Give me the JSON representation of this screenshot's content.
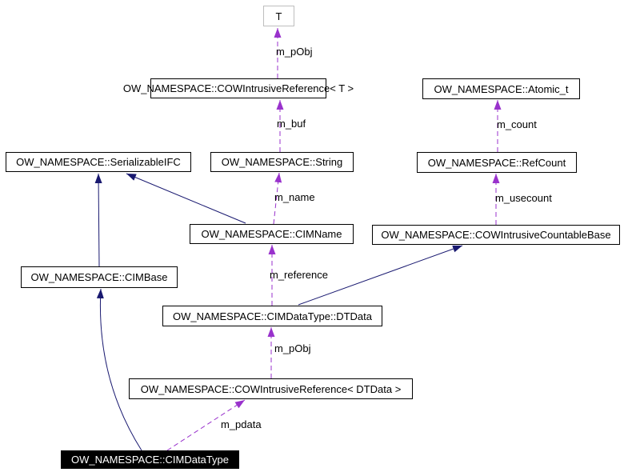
{
  "diagram": {
    "type": "collaboration-graph",
    "colors": {
      "usage_edge": "#9932cc",
      "inheritance_edge": "#191970",
      "node_border": "#000000",
      "node_bg": "#ffffff",
      "template_border": "#bebebe",
      "main_node_bg": "#000000",
      "main_node_text": "#ffffff"
    },
    "nodes": [
      {
        "label": "T",
        "variant": "template-param"
      },
      {
        "label": "OW_NAMESPACE::COWIntrusiveReference< T >",
        "variant": "class"
      },
      {
        "label": "OW_NAMESPACE::Atomic_t",
        "variant": "class"
      },
      {
        "label": "OW_NAMESPACE::SerializableIFC",
        "variant": "class"
      },
      {
        "label": "OW_NAMESPACE::String",
        "variant": "class"
      },
      {
        "label": "OW_NAMESPACE::RefCount",
        "variant": "class"
      },
      {
        "label": "OW_NAMESPACE::CIMName",
        "variant": "class"
      },
      {
        "label": "OW_NAMESPACE::COWIntrusiveCountableBase",
        "variant": "class"
      },
      {
        "label": "OW_NAMESPACE::CIMBase",
        "variant": "class"
      },
      {
        "label": "OW_NAMESPACE::CIMDataType::DTData",
        "variant": "class"
      },
      {
        "label": "OW_NAMESPACE::COWIntrusiveReference< DTData >",
        "variant": "class"
      },
      {
        "label": "OW_NAMESPACE::CIMDataType",
        "variant": "main"
      }
    ],
    "edges": [
      {
        "from": "OW_NAMESPACE::COWIntrusiveReference< T >",
        "to": "T",
        "label": "m_pObj",
        "type": "usage"
      },
      {
        "from": "OW_NAMESPACE::String",
        "to": "OW_NAMESPACE::COWIntrusiveReference< T >",
        "label": "m_buf",
        "type": "usage"
      },
      {
        "from": "OW_NAMESPACE::RefCount",
        "to": "OW_NAMESPACE::Atomic_t",
        "label": "m_count",
        "type": "usage"
      },
      {
        "from": "OW_NAMESPACE::CIMName",
        "to": "OW_NAMESPACE::String",
        "label": "m_name",
        "type": "usage"
      },
      {
        "from": "OW_NAMESPACE::COWIntrusiveCountableBase",
        "to": "OW_NAMESPACE::RefCount",
        "label": "m_usecount",
        "type": "usage"
      },
      {
        "from": "OW_NAMESPACE::CIMBase",
        "to": "OW_NAMESPACE::SerializableIFC",
        "label": "",
        "type": "inheritance"
      },
      {
        "from": "OW_NAMESPACE::CIMName",
        "to": "OW_NAMESPACE::SerializableIFC",
        "label": "",
        "type": "inheritance"
      },
      {
        "from": "OW_NAMESPACE::CIMDataType::DTData",
        "to": "OW_NAMESPACE::CIMName",
        "label": "m_reference",
        "type": "usage"
      },
      {
        "from": "OW_NAMESPACE::CIMDataType::DTData",
        "to": "OW_NAMESPACE::COWIntrusiveCountableBase",
        "label": "",
        "type": "inheritance"
      },
      {
        "from": "OW_NAMESPACE::COWIntrusiveReference< DTData >",
        "to": "OW_NAMESPACE::CIMDataType::DTData",
        "label": "m_pObj",
        "type": "usage"
      },
      {
        "from": "OW_NAMESPACE::CIMDataType",
        "to": "OW_NAMESPACE::COWIntrusiveReference< DTData >",
        "label": "m_pdata",
        "type": "usage"
      },
      {
        "from": "OW_NAMESPACE::CIMDataType",
        "to": "OW_NAMESPACE::CIMBase",
        "label": "",
        "type": "inheritance"
      }
    ]
  }
}
